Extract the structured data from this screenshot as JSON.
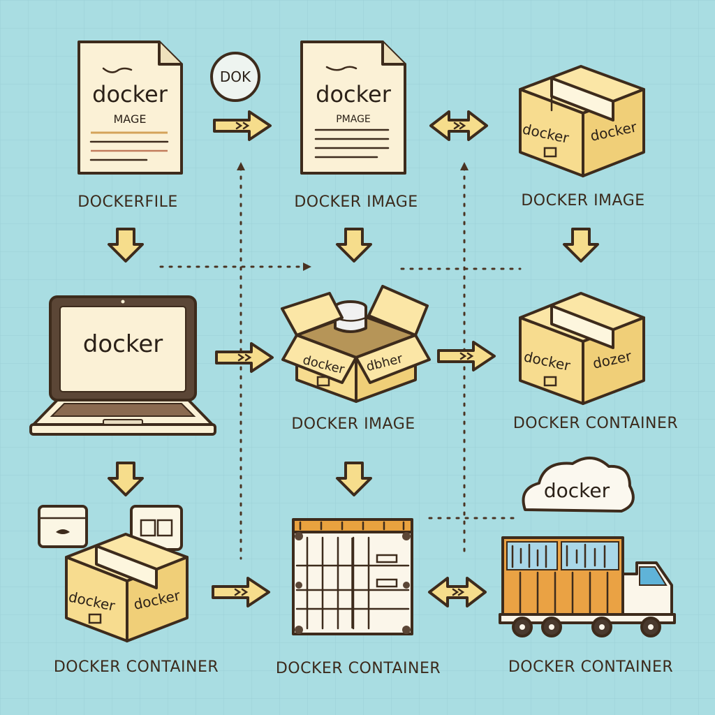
{
  "labels": {
    "dockerfile": "DOCKERFILE",
    "image_top_mid": "DOCKER IMAGE",
    "image_top_right": "DOCKER IMAGE",
    "image_mid": "DOCKER IMAGE",
    "container_mid_right": "DOCKER CONTAINER",
    "container_bottom_left": "DOCKER CONTAINER",
    "container_bottom_mid": "DOCKER CONTAINER",
    "container_bottom_right": "DOCKER CONTAINER"
  },
  "badge": "DOK",
  "brand": {
    "word": "docker",
    "doc_sub": "MAGE",
    "doc2_sub": "PMAGE",
    "box_open_a": "docker",
    "box_open_b": "dbher",
    "box_right_b": "dozer"
  },
  "colors": {
    "background": "#a9dde2",
    "paper": "#fbf1d6",
    "box": "#f7dc8f",
    "arrow": "#f6dd8c",
    "outline": "#3d2b1c",
    "container_orange": "#e9a23f"
  }
}
